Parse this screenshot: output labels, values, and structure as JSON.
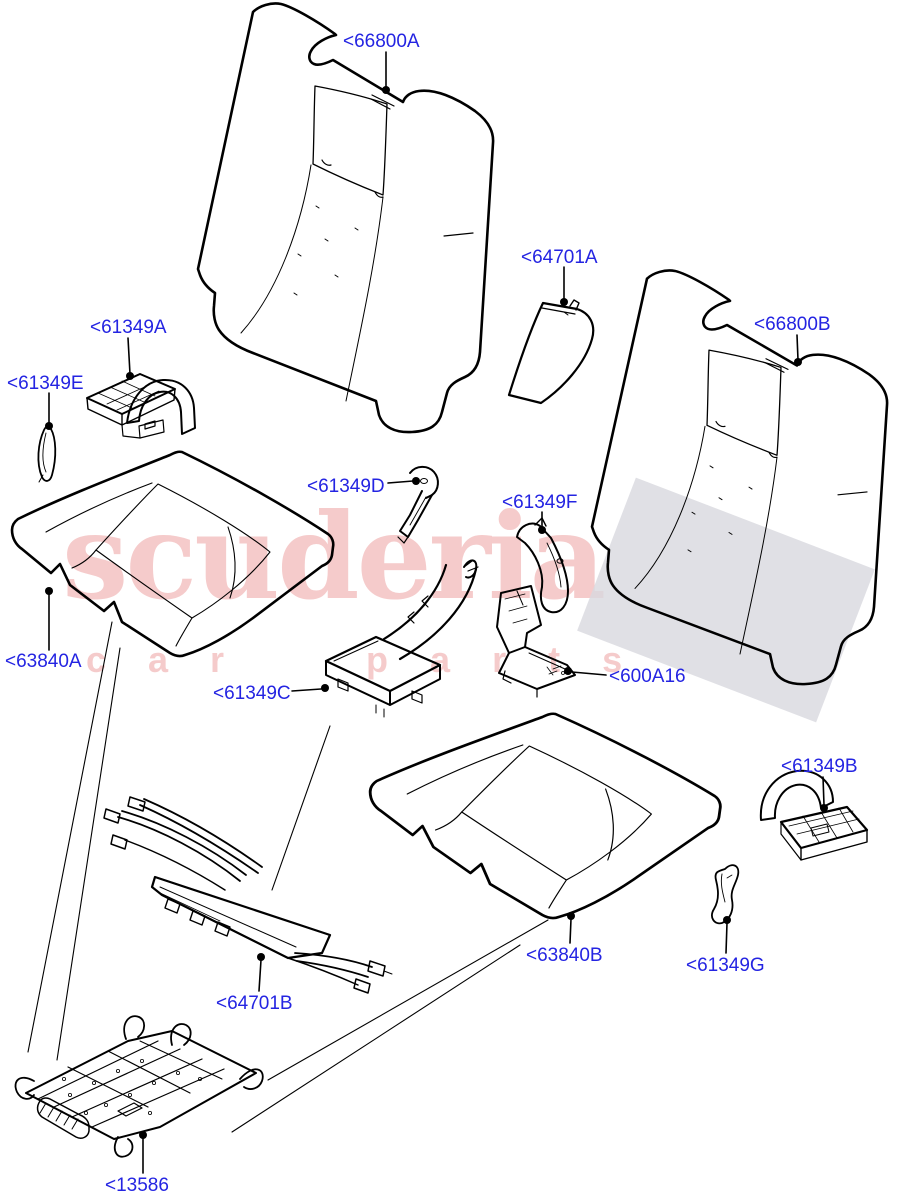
{
  "colors": {
    "callout_text": "#2424e2",
    "line_art": "#000000",
    "background": "#ffffff",
    "watermark_pink": "#f5cbcb",
    "checker_gray": "#d9d9df"
  },
  "watermark": {
    "brand": "scuderia",
    "tagline": "car parts"
  },
  "callouts": [
    {
      "code": "66800A",
      "label": "<66800A"
    },
    {
      "code": "64701A",
      "label": "<64701A"
    },
    {
      "code": "66800B",
      "label": "<66800B"
    },
    {
      "code": "61349A",
      "label": "<61349A"
    },
    {
      "code": "61349E",
      "label": "<61349E"
    },
    {
      "code": "61349D",
      "label": "<61349D"
    },
    {
      "code": "61349F",
      "label": "<61349F"
    },
    {
      "code": "63840A",
      "label": "<63840A"
    },
    {
      "code": "61349C",
      "label": "<61349C"
    },
    {
      "code": "600A16",
      "label": "<600A16"
    },
    {
      "code": "61349B",
      "label": "<61349B"
    },
    {
      "code": "63840B",
      "label": "<63840B"
    },
    {
      "code": "61349G",
      "label": "<61349G"
    },
    {
      "code": "64701B",
      "label": "<64701B"
    },
    {
      "code": "13586",
      "label": "<13586"
    }
  ]
}
